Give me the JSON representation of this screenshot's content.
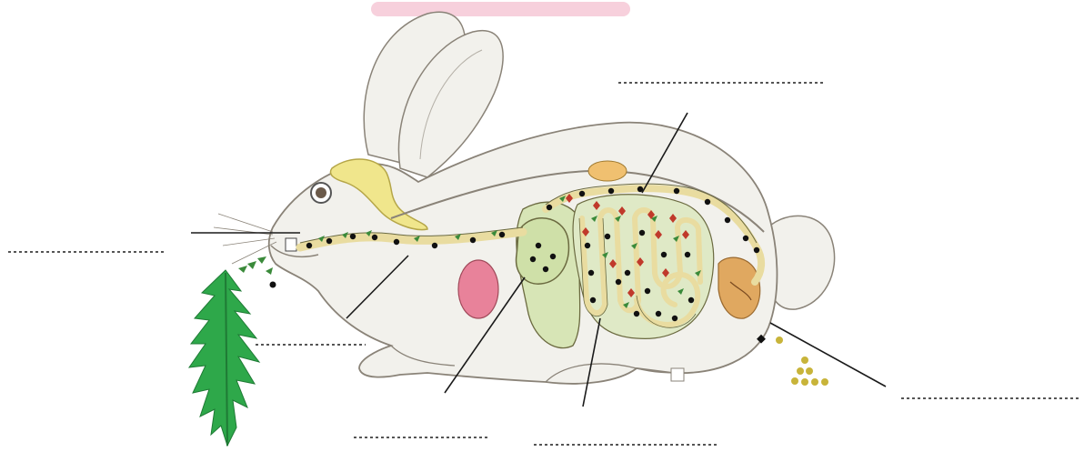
{
  "diagram": {
    "subject": "rabbit-digestive-system",
    "colors": {
      "background": "#ffffff",
      "fur": "#f2f1ec",
      "fur_outline": "#8a8378",
      "skull": "#f0e68c",
      "skull_outline": "#b5a648",
      "stomach": "#cfe0a8",
      "liver": "#d7e5b6",
      "kidney": "#e8829a",
      "gut_tube": "#e9dca0",
      "gut_outline": "#6b6a40",
      "intestine_fill": "#dfe9c6",
      "bladder": "#f0c070",
      "rectum": "#e0a860",
      "plant_green": "#2ea84a",
      "food_green": "#3a8a3a",
      "food_dot": "#111111",
      "enzyme_red": "#c0392b",
      "faeces": "#c8b43a",
      "line": "#1a1a1a",
      "dotted": "#555555",
      "top_blob": "#f7d0dc"
    },
    "label_blanks": [
      {
        "id": "blank-top-right"
      },
      {
        "id": "blank-left"
      },
      {
        "id": "blank-mid-left"
      },
      {
        "id": "blank-bottom-left"
      },
      {
        "id": "blank-bottom-center"
      },
      {
        "id": "blank-right"
      }
    ]
  }
}
